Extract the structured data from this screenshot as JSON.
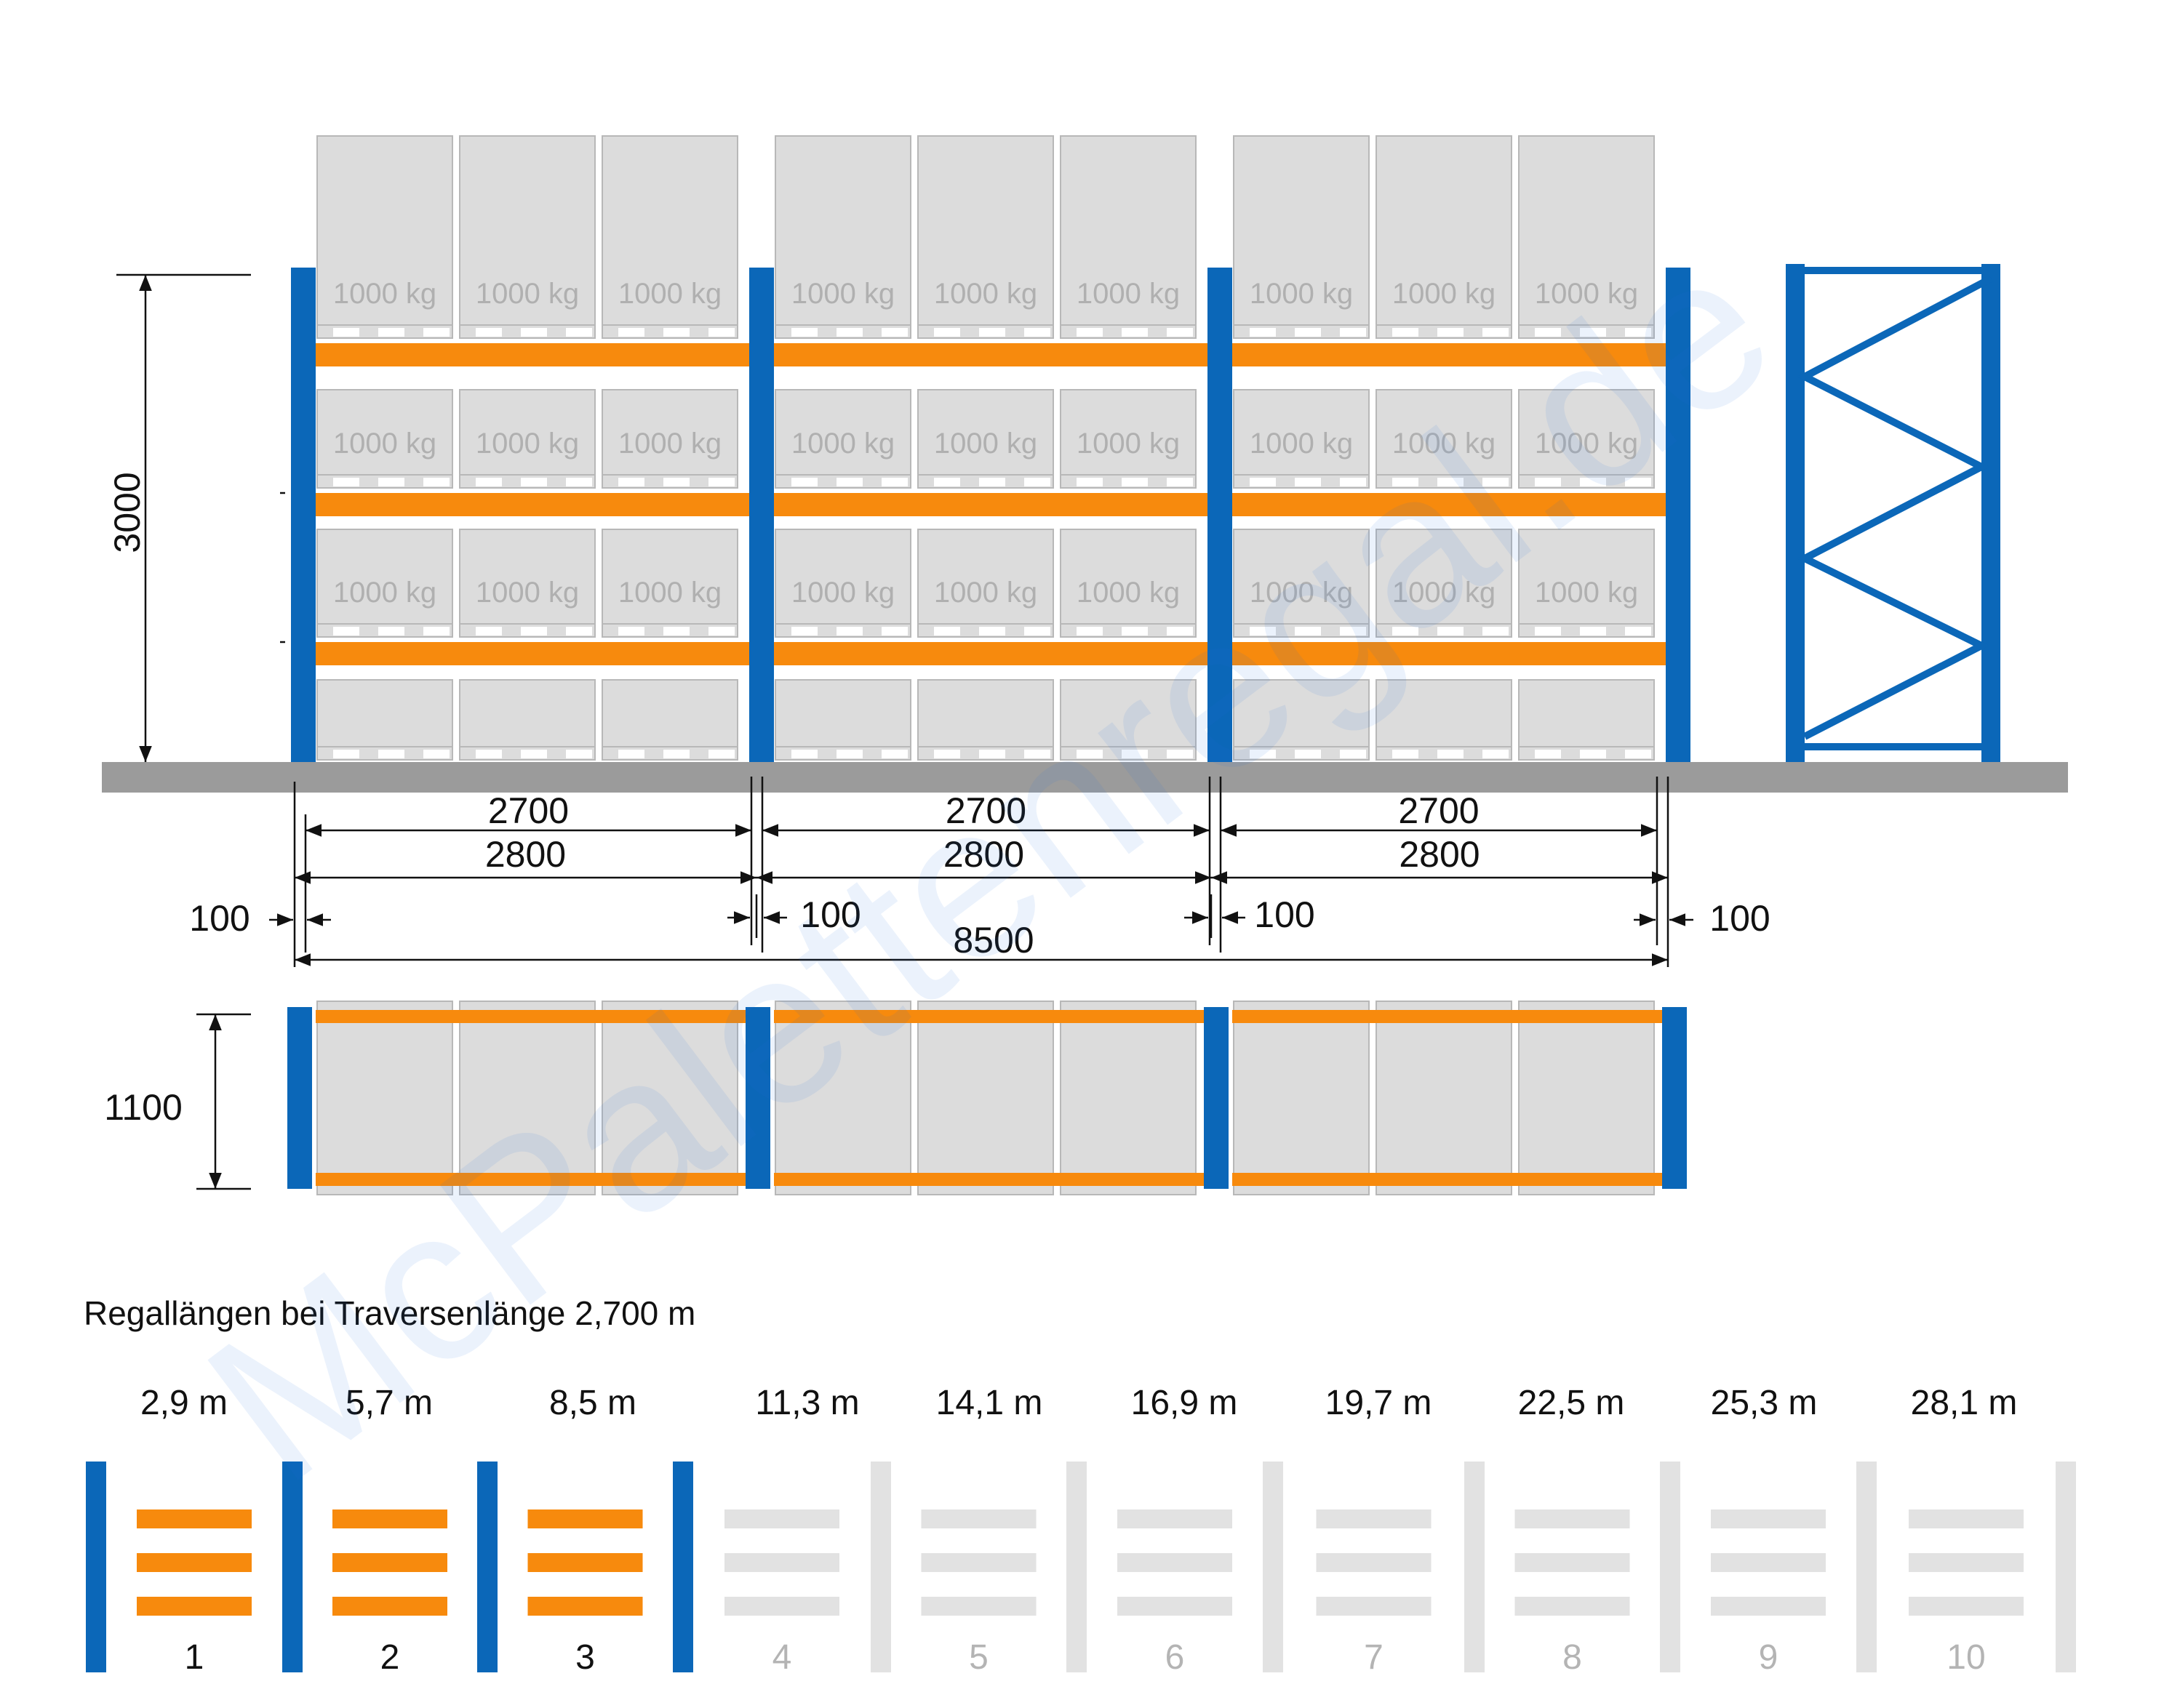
{
  "colors": {
    "upright_blue": "#0b67b8",
    "beam_orange": "#f78a0d",
    "floor_grey": "#9b9b9b",
    "pallet_fill": "#dcdcdc",
    "pallet_stroke": "#b8b8b8",
    "pallet_text": "#b0b0b0",
    "inactive_grey": "#e2e2e2",
    "inactive_text": "#b4b4b4",
    "dim_text": "#111111",
    "watermark": "#1e6fd9"
  },
  "front_view": {
    "load_label": "1000 kg",
    "height_dim": "3000",
    "bay_beam_dims": [
      "2700",
      "2700",
      "2700"
    ],
    "bay_center_dims": [
      "2800",
      "2800",
      "2800"
    ],
    "gap_dims": [
      "100",
      "100",
      "100",
      "100"
    ],
    "total_dim": "8500"
  },
  "top_view": {
    "depth_dim": "1100"
  },
  "lengths_section": {
    "title": "Regallängen bei Traversenlänge 2,700 m",
    "items": [
      {
        "length": "2,9 m",
        "number": "1",
        "active": true
      },
      {
        "length": "5,7 m",
        "number": "2",
        "active": true
      },
      {
        "length": "8,5 m",
        "number": "3",
        "active": true
      },
      {
        "length": "11,3 m",
        "number": "4",
        "active": false
      },
      {
        "length": "14,1 m",
        "number": "5",
        "active": false
      },
      {
        "length": "16,9 m",
        "number": "6",
        "active": false
      },
      {
        "length": "19,7 m",
        "number": "7",
        "active": false
      },
      {
        "length": "22,5 m",
        "number": "8",
        "active": false
      },
      {
        "length": "25,3 m",
        "number": "9",
        "active": false
      },
      {
        "length": "28,1 m",
        "number": "10",
        "active": false
      }
    ]
  },
  "watermark": "McPalettenregal.de"
}
